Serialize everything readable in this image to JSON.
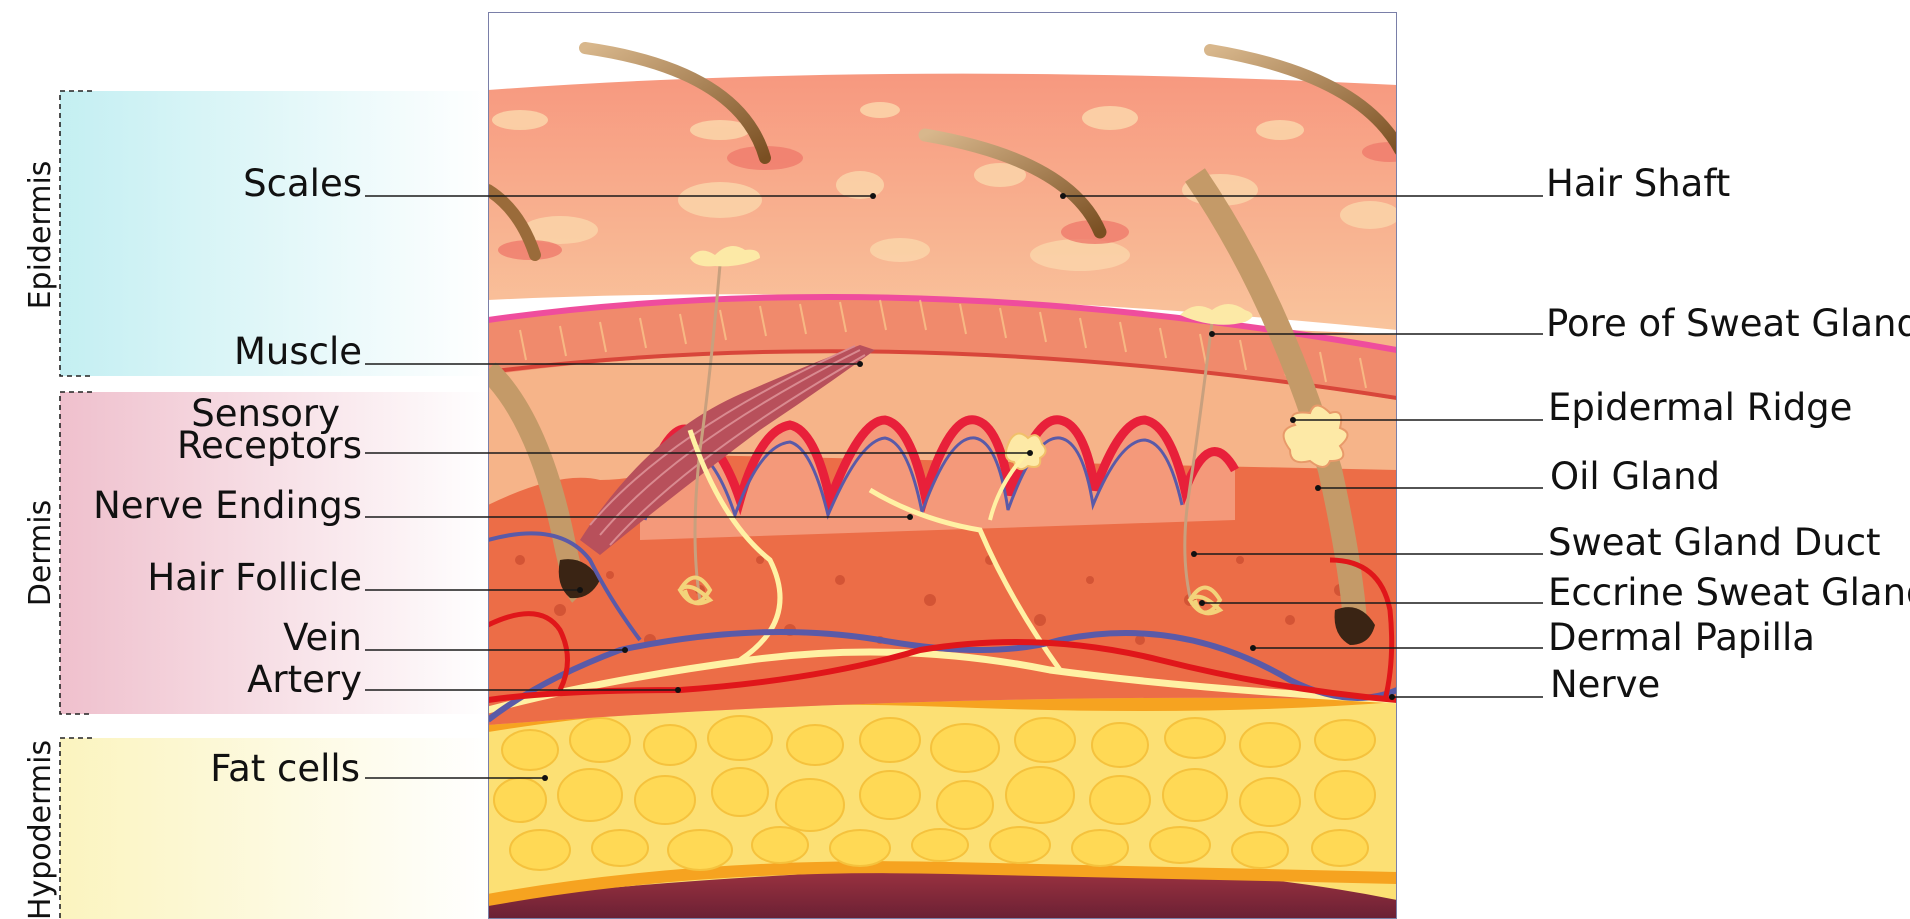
{
  "layers": [
    "Epidermis",
    "Dermis",
    "Hypodermis"
  ],
  "labels_left": [
    "Scales",
    "Muscle",
    "Sensory",
    "Receptors",
    "Nerve Endings",
    "Hair Follicle",
    "Vein",
    "Artery",
    "Fat cells"
  ],
  "labels_right": [
    "Hair Shaft",
    "Pore of Sweat Gland",
    "Epidermal Ridge",
    "Oil Gland",
    "Sweat Gland Duct",
    "Eccrine Sweat Gland",
    "Dermal Papilla",
    "Nerve"
  ],
  "colors": {
    "epidermis_band": "#c9f1f3",
    "dermis_band": "#f1c6d2",
    "hypodermis_band": "#fbf6c4",
    "skin_surface": "#f6a58f",
    "dermis": "#ef7f57",
    "fat": "#fde07a",
    "vein": "#5a5aa8",
    "artery": "#e0161a",
    "nerve": "#fff0a0"
  }
}
